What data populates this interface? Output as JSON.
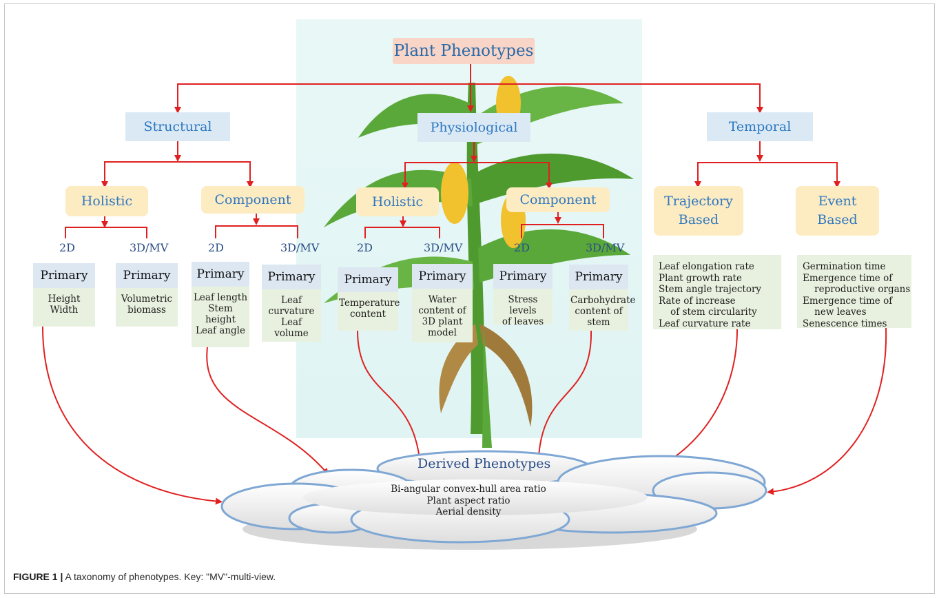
{
  "colors": {
    "arrow": "#e02020",
    "root_fill": "#f8d5c7",
    "category_fill": "#dbe9f5",
    "subcategory_fill": "#fdebc2",
    "card_fill": "#e8f1df",
    "label_text": "#2e78c0"
  },
  "root": "Plant Phenotypes",
  "categories": {
    "structural": "Structural",
    "physiological": "Physiological",
    "temporal": "Temporal"
  },
  "subcategories": {
    "structural_holistic": "Holistic",
    "structural_component": "Component",
    "physiological_holistic": "Holistic",
    "physiological_component": "Component",
    "temporal_trajectory": "Trajectory\nBased",
    "temporal_event": "Event\nBased"
  },
  "dimensions": {
    "label_2d": "2D",
    "label_3dmv": "3D/MV"
  },
  "cards": [
    {
      "head": "Primary",
      "body": "Height\nWidth"
    },
    {
      "head": "Primary",
      "body": "Volumetric\nbiomass"
    },
    {
      "head": "Primary",
      "body": "Leaf length\nStem height\nLeaf angle"
    },
    {
      "head": "Primary",
      "body": "Leaf\ncurvature\nLeaf\nvolume"
    },
    {
      "head": "Primary",
      "body": "Temperature\ncontent"
    },
    {
      "head": "Primary",
      "body": "Water\ncontent of\n3D plant\nmodel"
    },
    {
      "head": "Primary",
      "body": "Stress levels\nof leaves"
    },
    {
      "head": "Primary",
      "body": "Carbohydrate\ncontent of\nstem"
    }
  ],
  "trajectory_list": "Leaf elongation rate\nPlant growth rate\nStem angle trajectory\nRate of increase\n    of stem circularity\nLeaf curvature rate",
  "event_list": "Germination time\nEmergence time of\n    reproductive organs\nEmergence time of\n    new leaves\nSenescence times",
  "derived": {
    "title": "Derived Phenotypes",
    "items": "Bi-angular convex-hull area ratio\nPlant aspect ratio\nAerial density"
  },
  "caption": {
    "label": "FIGURE 1 |",
    "text": " A taxonomy of phenotypes. Key: \"MV\"-multi-view."
  }
}
